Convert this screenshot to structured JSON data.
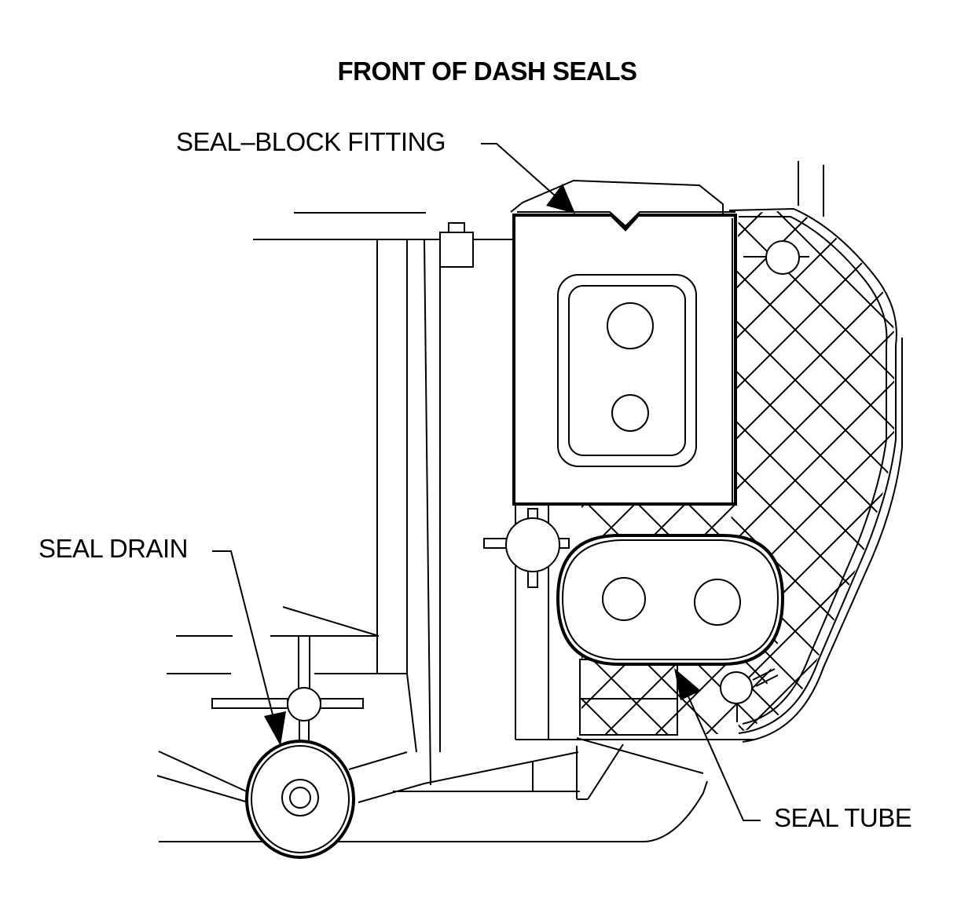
{
  "title": "FRONT OF DASH SEALS",
  "callouts": {
    "seal_block_fitting": "SEAL–BLOCK FITTING",
    "seal_drain": "SEAL DRAIN",
    "seal_tube": "SEAL TUBE"
  },
  "colors": {
    "line": "#000000",
    "background": "#ffffff"
  }
}
